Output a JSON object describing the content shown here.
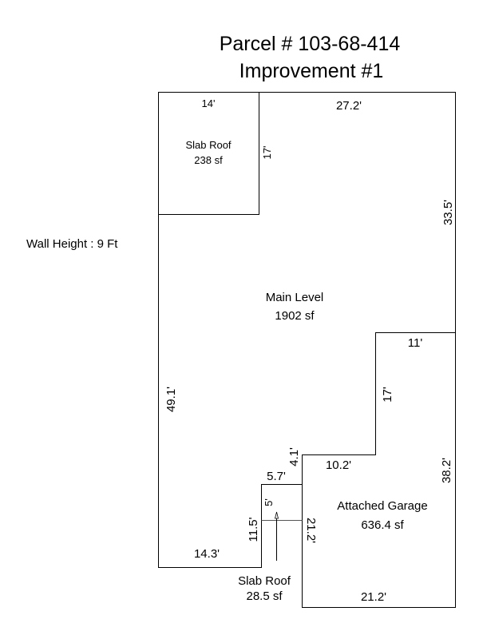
{
  "title": {
    "line1": "Parcel # 103-68-414",
    "line2": "Improvement #1"
  },
  "wall_height": "Wall Height : 9 Ft",
  "areas": {
    "slab_roof_top": {
      "name": "Slab Roof",
      "area": "238 sf"
    },
    "main_level": {
      "name": "Main Level",
      "area": "1902 sf"
    },
    "garage": {
      "name": "Attached Garage",
      "area": "636.4 sf"
    },
    "slab_roof_small": {
      "name": "Slab Roof",
      "area": "28.5 sf"
    }
  },
  "dimensions": {
    "slab_top_width": "14'",
    "slab_top_height": "17'",
    "main_top": "27.2'",
    "main_right": "33.5'",
    "garage_top": "11'",
    "garage_step": "17'",
    "main_left": "49.1'",
    "step_41": "4.1'",
    "garage_mid": "10.2'",
    "garage_right": "38.2'",
    "slab_small_top": "5.7'",
    "slab_small_side": "5'",
    "main_notch": "11.5'",
    "garage_left": "21.2'",
    "main_bottom": "14.3'",
    "garage_bottom": "21.2'"
  }
}
